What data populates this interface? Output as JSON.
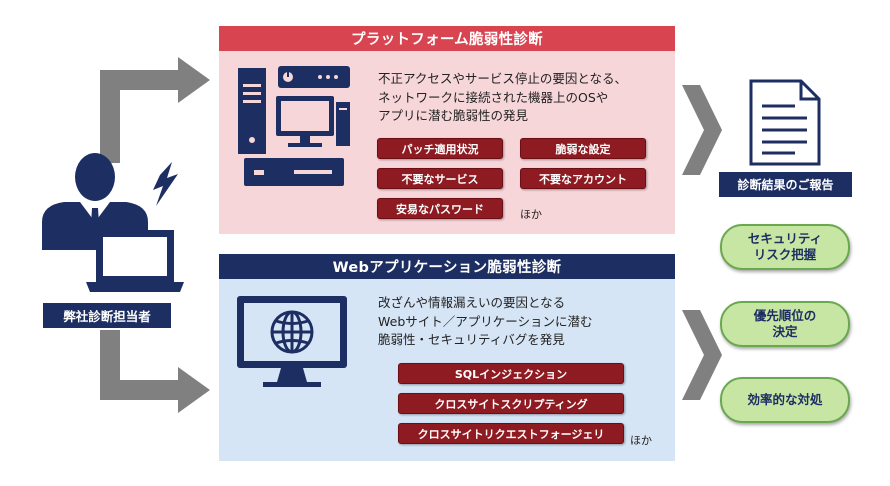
{
  "person": {
    "label": "弊社診断担当者"
  },
  "platform": {
    "title": "プラットフォーム脆弱性診断",
    "description": [
      "不正アクセスやサービス停止の要因となる、",
      "ネットワークに接続された機器上のOSや",
      "アプリに潜む脆弱性の発見"
    ],
    "tags": [
      "パッチ適用状況",
      "脆弱な設定",
      "不要なサービス",
      "不要なアカウント",
      "安易なパスワード"
    ],
    "more": "ほか"
  },
  "web": {
    "title": "Webアプリケーション脆弱性診断",
    "description": [
      "改ざんや情報漏えいの要因となる",
      "Webサイト／アプリケーションに潜む",
      "脆弱性・セキュリティバグを発見"
    ],
    "tags": [
      "SQLインジェクション",
      "クロスサイトスクリプティング",
      "クロスサイトリクエストフォージェリ"
    ],
    "more": "ほか"
  },
  "report": {
    "label": "診断結果のご報告"
  },
  "benefits": [
    [
      "セキュリティ",
      "リスク把握"
    ],
    [
      "優先順位の",
      "決定"
    ],
    [
      "効率的な対処"
    ]
  ],
  "colors": {
    "navy": "#1d2e63",
    "red": "#d94451",
    "tag": "#8e1b22",
    "pink": "#f7d6da",
    "blue": "#d6e5f6",
    "green": "#c7e6a4",
    "arrow": "#808080"
  }
}
